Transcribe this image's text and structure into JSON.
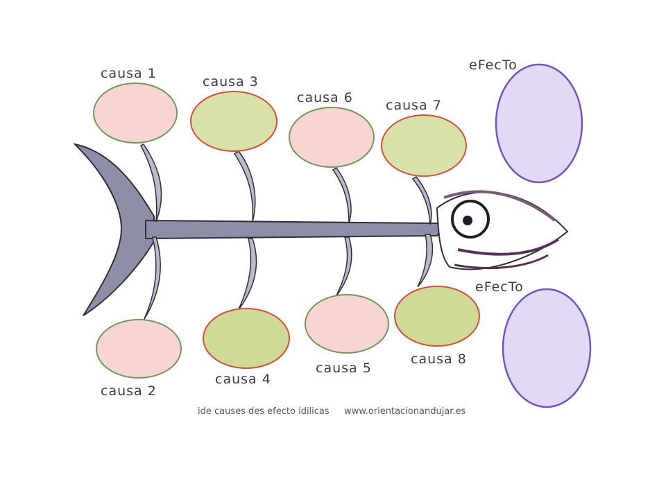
{
  "causes": [
    {
      "id": "1",
      "label": "causa 1",
      "color": "#f8d4d2"
    },
    {
      "id": "2",
      "label": "causa 2",
      "color": "#f8d4d2"
    },
    {
      "id": "3",
      "label": "causa 3",
      "color": "#d7e1a8"
    },
    {
      "id": "4",
      "label": "causa 4",
      "color": "#cddb96"
    },
    {
      "id": "5",
      "label": "causa 5",
      "color": "#f8d4d2"
    },
    {
      "id": "6",
      "label": "causa 6",
      "color": "#f8d4d2"
    },
    {
      "id": "7",
      "label": "causa 7",
      "color": "#d7e1a8"
    },
    {
      "id": "8",
      "label": "causa 8",
      "color": "#cddb96"
    }
  ],
  "effects": [
    {
      "label": "eFecTo",
      "color": "#e2d9f6"
    },
    {
      "label": "eFecTo",
      "color": "#e2d9f6"
    }
  ],
  "footer": {
    "left": "ide causes des efecto idilicas",
    "right": "www.orientacionandujar.es"
  },
  "colors": {
    "spine": "#8e8ea6",
    "outline": "#2e2e3a",
    "pink_border": "#6b9a55",
    "green_border": "#d84b3a",
    "effect_border": "#6a55c6"
  }
}
